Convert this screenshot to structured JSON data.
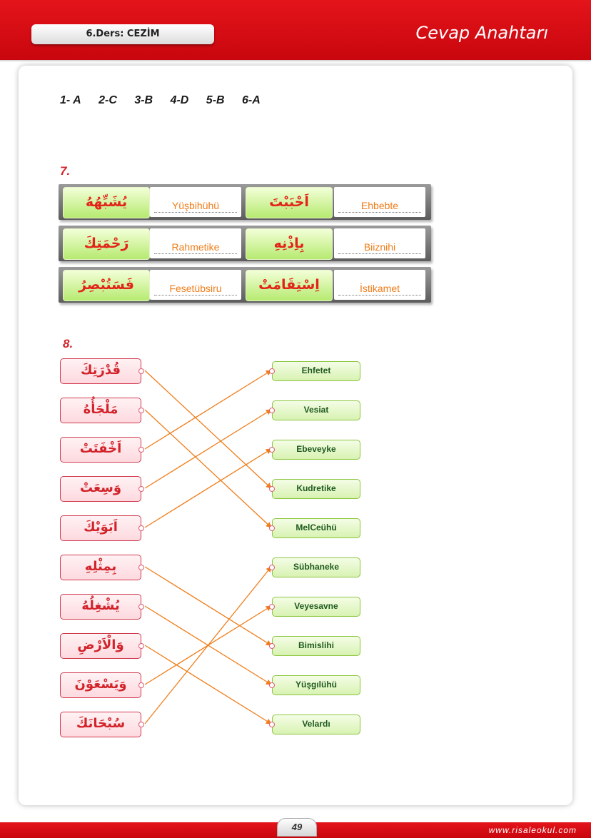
{
  "header": {
    "lesson": "6.Ders: CEZİM",
    "title": "Cevap Anahtarı"
  },
  "answers": [
    "1- A",
    "2-C",
    "3-B",
    "4-D",
    "5-B",
    "6-A"
  ],
  "q7": {
    "label": "7.",
    "rows": [
      {
        "arabic1": "يُشَبِّهُهُ",
        "trans1": "Yüşbihühü",
        "arabic2": "اَحْبَبْتَ",
        "trans2": "Ehbebte"
      },
      {
        "arabic1": "رَحْمَتِكَ",
        "trans1": "Rahmetike",
        "arabic2": "بِاِذْنِهِ",
        "trans2": "Biiznihi"
      },
      {
        "arabic1": "فَسَتُبْصِرُ",
        "trans1": "Fesetübsiru",
        "arabic2": "اِسْتِقَامَتْ",
        "trans2": "İstikamet"
      }
    ]
  },
  "q8": {
    "label": "8.",
    "left": [
      "قُدْرَتِكَ",
      "مَلْجَأُهُ",
      "اَخْفَتَتْ",
      "وَسِعَتْ",
      "اَبَوَيْكَ",
      "بِمِثْلِهِ",
      "يُشْغِلُهُ",
      "وَالْاَرْضِ",
      "وَيَسْعَوْنَ",
      "سُبْحَانَكَ"
    ],
    "right": [
      "Ehfetet",
      "Vesiat",
      "Ebeveyke",
      "Kudretike",
      "MelCeühü",
      "Sübhaneke",
      "Veyesavne",
      "Bimislihi",
      "Yüşgılühü",
      "Velardı"
    ],
    "matches": [
      3,
      4,
      0,
      1,
      2,
      7,
      8,
      9,
      6,
      5
    ]
  },
  "footer": {
    "page": "49",
    "site": "www.risaleokul.com"
  },
  "colors": {
    "brand_red": "#d2232a",
    "arrow": "#f07d1a",
    "green": "#8cc63f"
  }
}
